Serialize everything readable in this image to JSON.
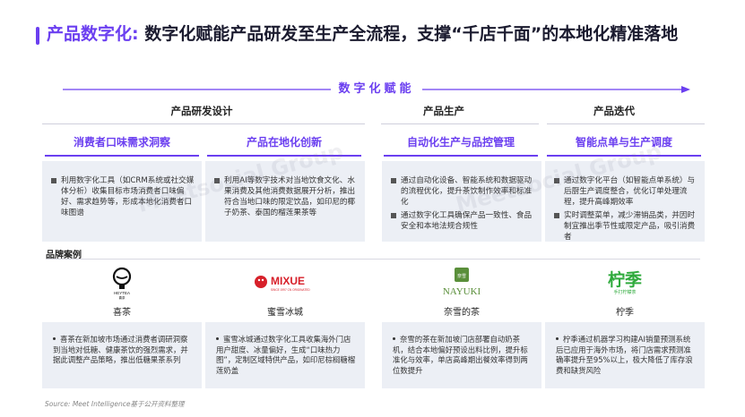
{
  "title": {
    "accent": "产品数字化:",
    "main": " 数字化赋能产品研发至生产全流程，支撑“千店千面”的本地化精准落地"
  },
  "banner": "数字化赋能",
  "phases": [
    "产品研发设计",
    "产品生产",
    "产品迭代"
  ],
  "columns": [
    {
      "head": "消费者口味需求洞察",
      "bullets": [
        "利用数字化工具（如CRM系统或社交媒体分析）收集目标市场消费者口味偏好、需求趋势等，形成本地化消费者口味图谱"
      ],
      "brand": "喜茶",
      "case": "喜茶在新加坡市场通过消费者调研洞察到当地对低糖、健康茶饮的强烈需求，并据此调整产品策略，推出低糖果茶系列"
    },
    {
      "head": "产品在地化创新",
      "bullets": [
        "利用AI等数字技术对当地饮食文化、水果消费及其他消费数据展开分析，推出符合当地口味的限定饮品，如印尼的椰子奶茶、泰国的榴莲果茶等"
      ],
      "brand": "蜜雪冰城",
      "case": "蜜雪冰城通过数字化工具收集海外门店用户甜度、冰量偏好，生成“口味热力图”，定制区域特供产品，如印尼棕榈糖榴莲奶盖"
    },
    {
      "head": "自动化生产与品控管理",
      "bullets": [
        "通过自动化设备、智能系统和数据驱动的流程优化，提升茶饮制作效率和标准化",
        "通过数字化工具确保产品一致性、食品安全和本地法规合规性"
      ],
      "brand": "奈雪的茶",
      "case": "奈雪的茶在新加坡门店部署自动奶茶机，结合本地偏好预设出料比例，提升标准化与效率，单店高峰期出餐效率得到两位数提升"
    },
    {
      "head": "智能点单与生产调度",
      "bullets": [
        "通过数字化平台（如智能点单系统）与后厨生产调度整合，优化订单处理流程，提升高峰期效率",
        "实时调整菜单，减少滞销品类，并因时制宜推出季节性或限定产品，吸引消费者"
      ],
      "brand": "柠季",
      "case": "柠季通过机器学习构建AI销量预测系统后已应用于海外市场，将门店需求预测准确率提升至95%以上，极大降低了库存浪费和缺货风险"
    }
  ],
  "brand_heading": "品牌案例",
  "logos": {
    "heytea": "HEYTEA",
    "heytea_cn": "喜茶",
    "mixue": "MIXUE",
    "mixue_sub": "SINCE 1997 CN ORIGINATED",
    "nayuki": "NAYUKI",
    "nayuki_mark": "奈雪",
    "ningji": "柠季",
    "ningji_sub": "手打柠檬茶"
  },
  "watermark": "Meetsocial Group",
  "source": "Source: Meet Intelligence基于公开资料整理",
  "colors": {
    "accent": "#6b3ff0",
    "card": "#eceff5",
    "mixue_red": "#d7202a",
    "nayuki_green": "#5a8f3a",
    "ningji_green": "#2faa3c"
  }
}
